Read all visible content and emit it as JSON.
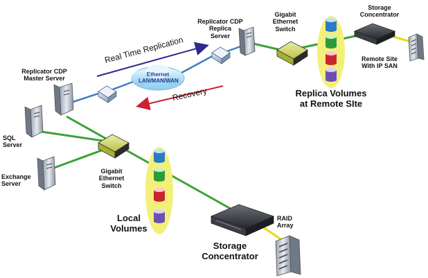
{
  "labels": {
    "master_server": "Replicator CDP\nMaster Server",
    "replica_server": "Replicator CDP\nReplica\nServer",
    "gigabit_switch_remote": "Gigabit\nEthernet\nSwitch",
    "storage_concentrator_remote": "Storage\nConcentrator",
    "remote_site": "Remote Site\nWith  IP SAN",
    "replica_volumes": "Replica Volumes\nat Remote SIte",
    "real_time_replication": "Real Time Replication",
    "ethernet_cloud": "Ethernet\nLAN/MAN/WAN",
    "recovery": "Recovery",
    "sql_server": "SQL\nServer",
    "exchange_server": "Exchange\nServer",
    "gigabit_switch_local": "Gigabit\nEthernet\nSwitch",
    "local_volumes": "Local\nVolumes",
    "raid_array": "RAID\nArray",
    "storage_concentrator_local": "Storage\nConcentrator"
  },
  "colors": {
    "green_link": "#3aa335",
    "blue_link": "#3c7fc4",
    "yellow_link": "#e3dd10",
    "replication_arrow": "#2e2b8f",
    "recovery_arrow": "#cc2233",
    "volume_group": "#f3f07a"
  }
}
